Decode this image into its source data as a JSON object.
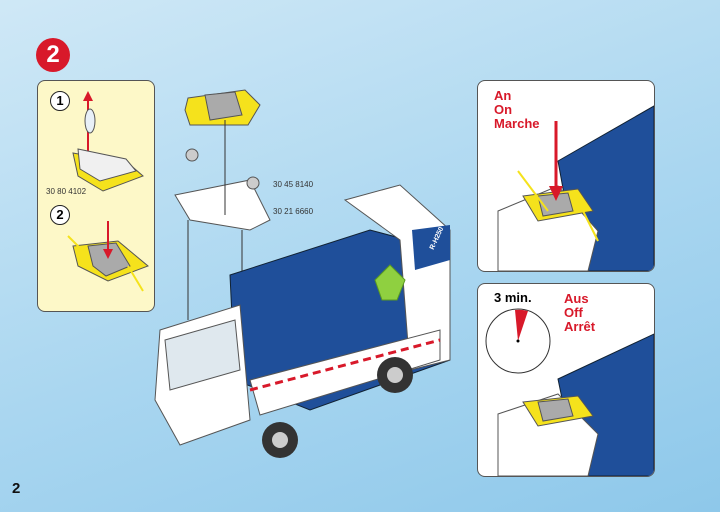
{
  "step_number": "2",
  "page_number": "2",
  "substeps": [
    {
      "number": "1",
      "part_number": "30 80 4102"
    },
    {
      "number": "2"
    }
  ],
  "part_numbers": [
    "30 45 8140",
    "30 21 6660"
  ],
  "truck_label": "R-H250",
  "on_panel": {
    "lines": [
      "An",
      "On",
      "Marche"
    ]
  },
  "off_panel": {
    "timer": "3 min.",
    "lines": [
      "Aus",
      "Off",
      "Arrêt"
    ]
  },
  "colors": {
    "accent_red": "#d8192a",
    "truck_blue": "#1f4f9a",
    "light_yellow": "#f5e21c"
  }
}
